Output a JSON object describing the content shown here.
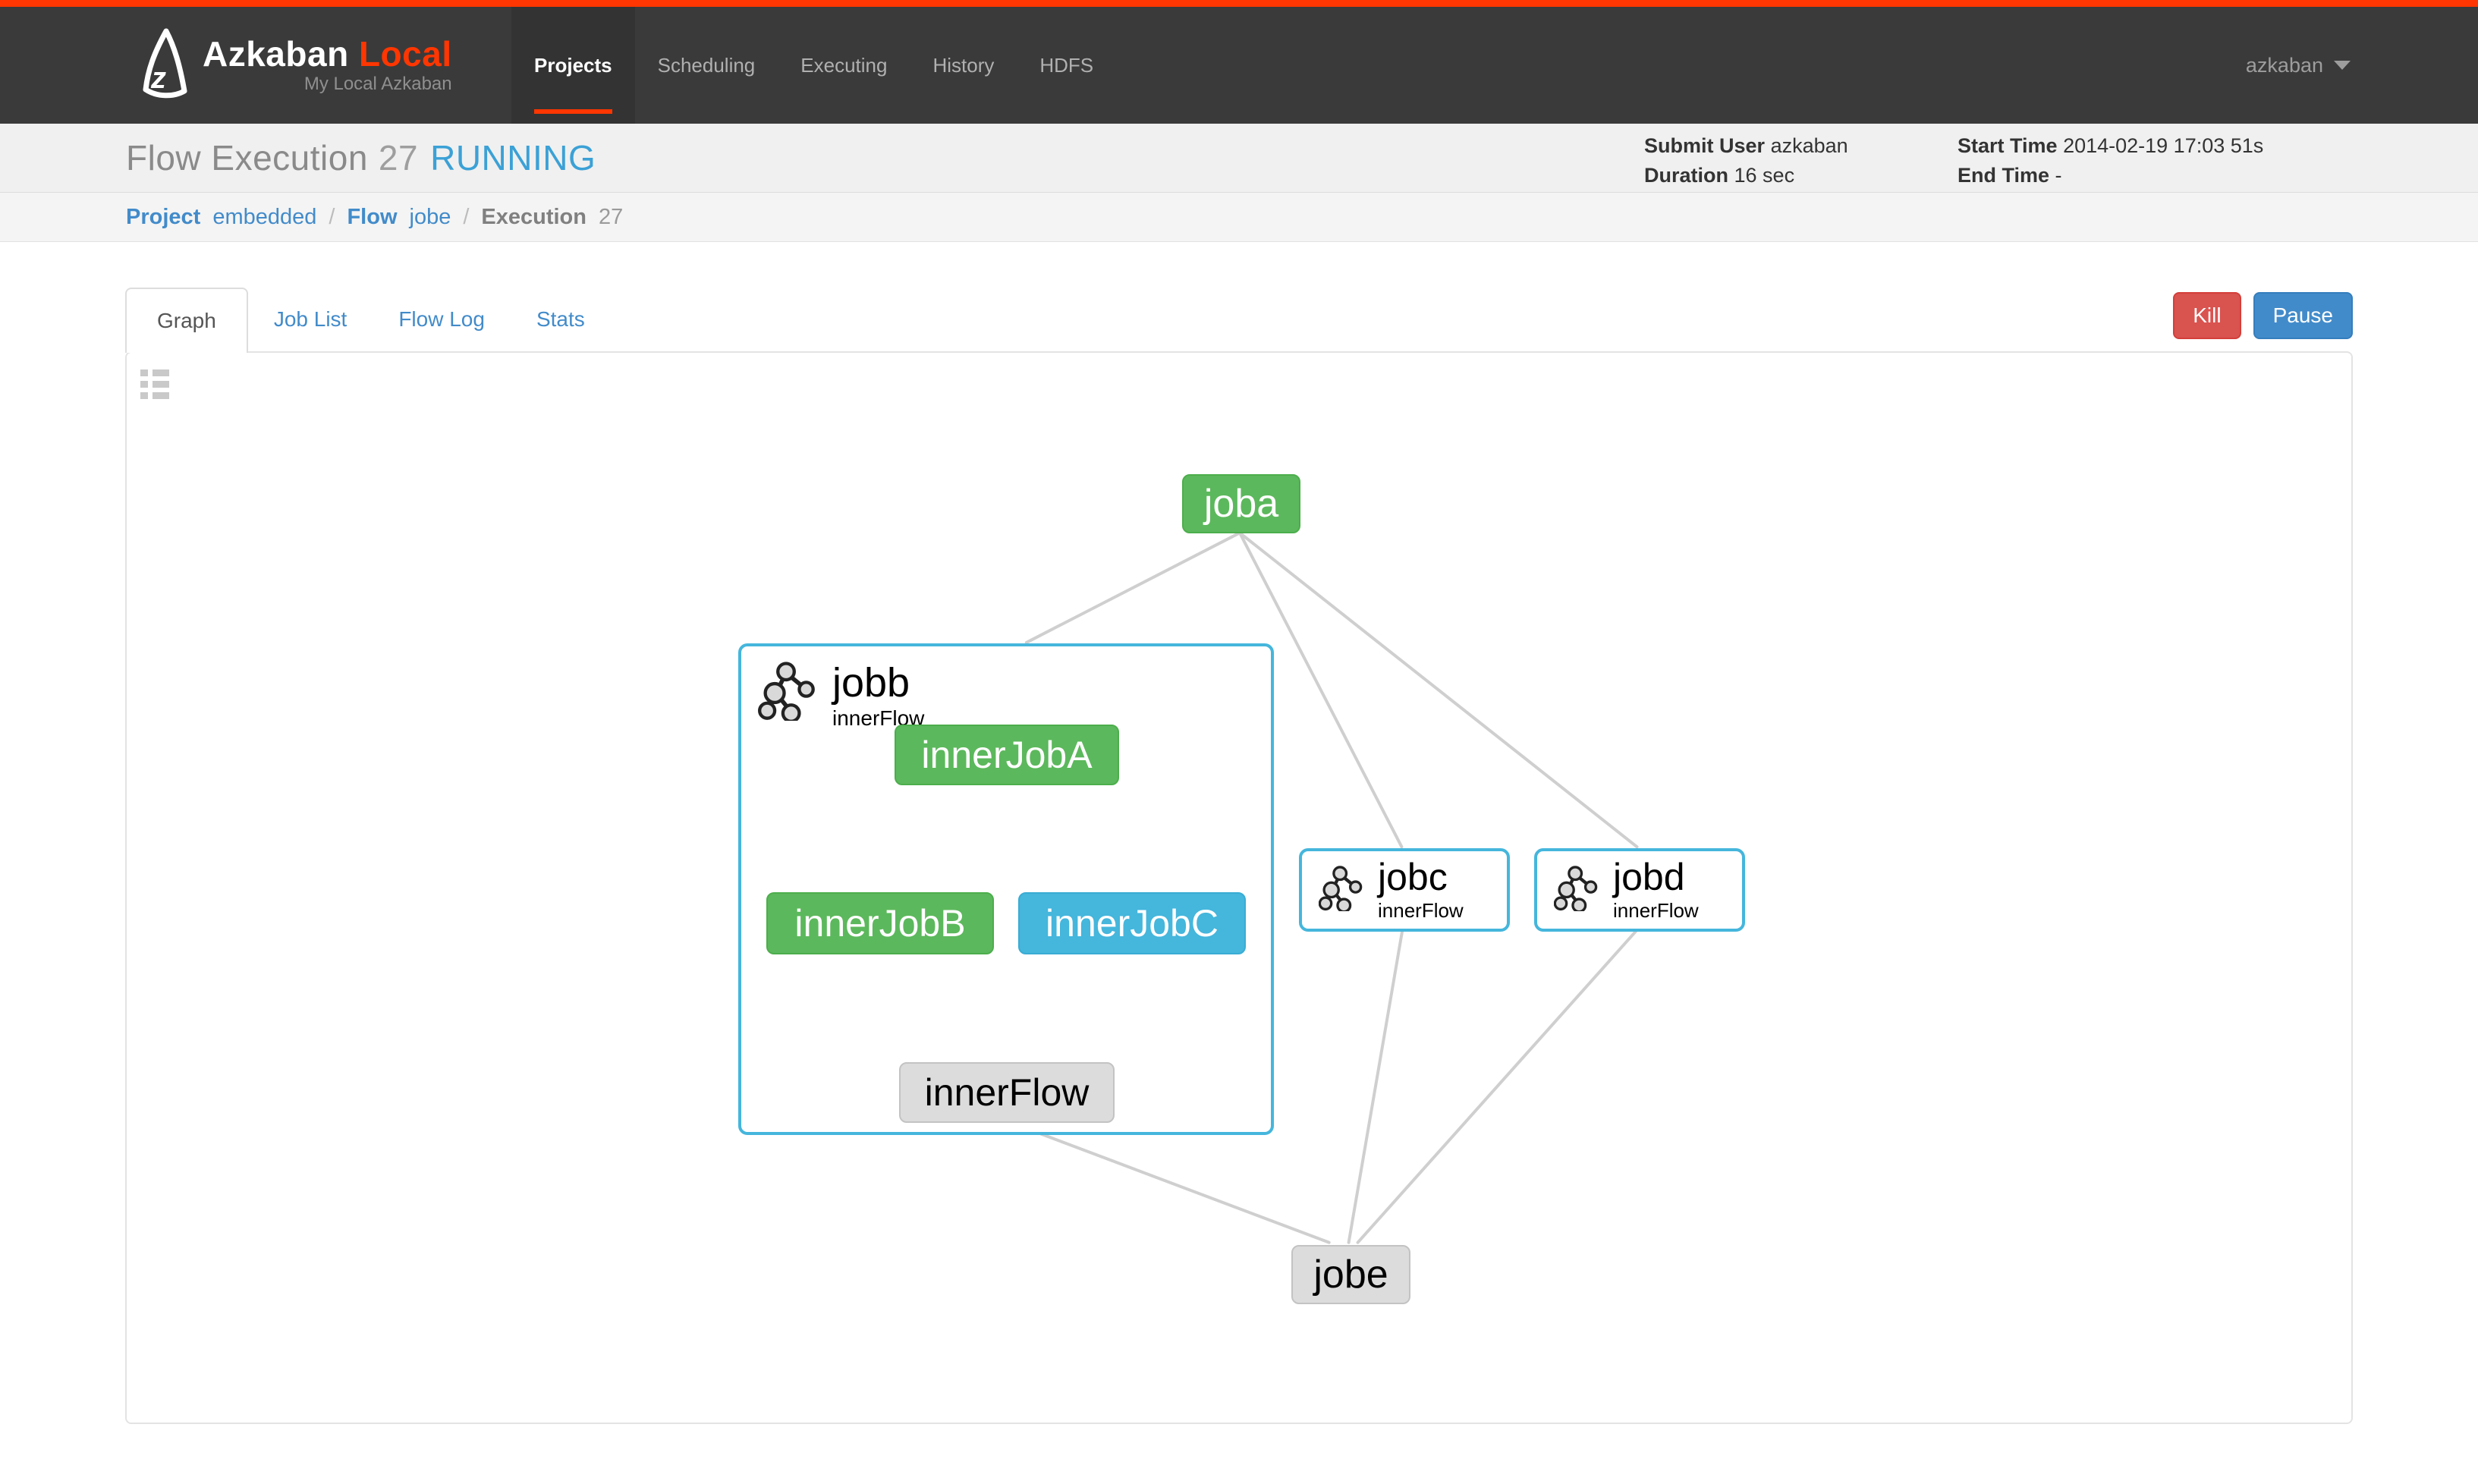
{
  "navbar": {
    "brand": "Azkaban",
    "brand_accent": "Local",
    "brand_subtitle": "My Local Azkaban",
    "items": [
      {
        "label": "Projects",
        "active": true
      },
      {
        "label": "Scheduling",
        "active": false
      },
      {
        "label": "Executing",
        "active": false
      },
      {
        "label": "History",
        "active": false
      },
      {
        "label": "HDFS",
        "active": false
      }
    ],
    "user": "azkaban"
  },
  "header": {
    "title": "Flow Execution",
    "execution_id": "27",
    "status": "RUNNING",
    "info": {
      "submit_user_label": "Submit User",
      "submit_user": "azkaban",
      "duration_label": "Duration",
      "duration": "16 sec",
      "start_time_label": "Start Time",
      "start_time": "2014-02-19 17:03 51s",
      "end_time_label": "End Time",
      "end_time": "-"
    }
  },
  "breadcrumb": {
    "separator": "/",
    "items": [
      {
        "label": "Project",
        "value": "embedded"
      },
      {
        "label": "Flow",
        "value": "jobe"
      },
      {
        "label": "Execution",
        "value": "27"
      }
    ]
  },
  "tabs": [
    {
      "label": "Graph",
      "active": true
    },
    {
      "label": "Job List",
      "active": false
    },
    {
      "label": "Flow Log",
      "active": false
    },
    {
      "label": "Stats",
      "active": false
    }
  ],
  "actions": {
    "kill": "Kill",
    "pause": "Pause"
  },
  "colors": {
    "accent_orange": "#ff3601",
    "navbar_bg": "#3a3a3a",
    "success_green": "#5cb85c",
    "running_blue": "#45b6dc",
    "ready_gray": "#dcdcdc",
    "link_blue": "#428bca",
    "danger_red": "#d9534f",
    "status_text_blue": "#3ba1d6",
    "edge_gray": "#cfcfcf"
  },
  "graph": {
    "nodes": [
      {
        "id": "joba",
        "label": "joba",
        "status": "success"
      },
      {
        "id": "innerJobA",
        "label": "innerJobA",
        "status": "success"
      },
      {
        "id": "innerJobB",
        "label": "innerJobB",
        "status": "success"
      },
      {
        "id": "innerJobC",
        "label": "innerJobC",
        "status": "running"
      },
      {
        "id": "innerFlow",
        "label": "innerFlow",
        "status": "ready"
      },
      {
        "id": "jobe",
        "label": "jobe",
        "status": "ready"
      }
    ],
    "flows": [
      {
        "id": "jobb",
        "label": "jobb",
        "sublabel": "innerFlow"
      },
      {
        "id": "jobc",
        "label": "jobc",
        "sublabel": "innerFlow"
      },
      {
        "id": "jobd",
        "label": "jobd",
        "sublabel": "innerFlow"
      }
    ],
    "edges": [
      {
        "from": "joba",
        "to": "jobb"
      },
      {
        "from": "joba",
        "to": "jobc"
      },
      {
        "from": "joba",
        "to": "jobd"
      },
      {
        "from": "innerJobA",
        "to": "innerJobB"
      },
      {
        "from": "innerJobA",
        "to": "innerJobC"
      },
      {
        "from": "innerJobB",
        "to": "innerFlow"
      },
      {
        "from": "innerJobC",
        "to": "innerFlow"
      },
      {
        "from": "jobb",
        "to": "jobe"
      },
      {
        "from": "jobc",
        "to": "jobe"
      },
      {
        "from": "jobd",
        "to": "jobe"
      }
    ]
  }
}
